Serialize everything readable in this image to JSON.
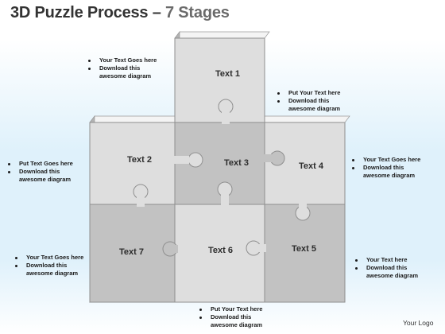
{
  "title": {
    "main": "3D Puzzle Process",
    "dash": "–",
    "sub": "7 Stages"
  },
  "pieces": [
    "Text 1",
    "Text 2",
    "Text 3",
    "Text 4",
    "Text 5",
    "Text 6",
    "Text 7"
  ],
  "callouts": {
    "top_left": [
      "Your Text Goes here",
      "Download this",
      "awesome diagram"
    ],
    "top_right": [
      "Put Your Text  here",
      "Download this",
      "awesome diagram"
    ],
    "mid_left": [
      "Put Text Goes here",
      "Download this",
      "awesome diagram"
    ],
    "mid_right": [
      "Your Text Goes here",
      "Download this",
      "awesome diagram"
    ],
    "bottom_left": [
      "Your Text Goes here",
      "Download this",
      "awesome diagram"
    ],
    "bottom_right": [
      "Your Text  here",
      "Download this",
      "awesome diagram"
    ],
    "bottom_center": [
      "Put Your Text  here",
      "Download this",
      "awesome diagram"
    ]
  },
  "logo": "Your Logo",
  "colors": {
    "light_piece": "#dedede",
    "dark_piece": "#c2c2c2",
    "side": "#a9a9a9",
    "top_face": "#f4f4f4",
    "title": "#333333",
    "subtitle": "#6a6a6a"
  }
}
